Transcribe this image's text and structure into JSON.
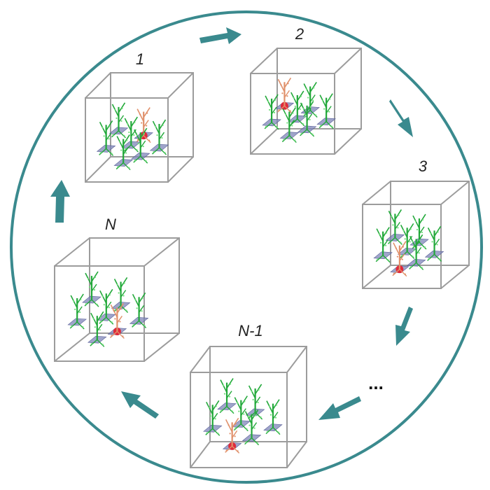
{
  "colors": {
    "ring": "#3a8a8e",
    "arrow": "#3a8a8e",
    "box_edge": "#9c9c9c",
    "neuron_green": "#22a83a",
    "neuron_highlight": "#e0906a",
    "soma_plane": "#7f86b8",
    "soma_highlight": "#e02a3a"
  },
  "boxes": [
    {
      "label": "1",
      "highlight_index": 1
    },
    {
      "label": "2",
      "highlight_index": 0
    },
    {
      "label": "3",
      "highlight_index": 6
    },
    {
      "label": "N-1",
      "highlight_index": 6
    },
    {
      "label": "N",
      "highlight_index": 5
    }
  ],
  "ellipsis": "...",
  "icons": {
    "arrow": "thick-arrow-icon",
    "neuron": "neuron-icon"
  }
}
